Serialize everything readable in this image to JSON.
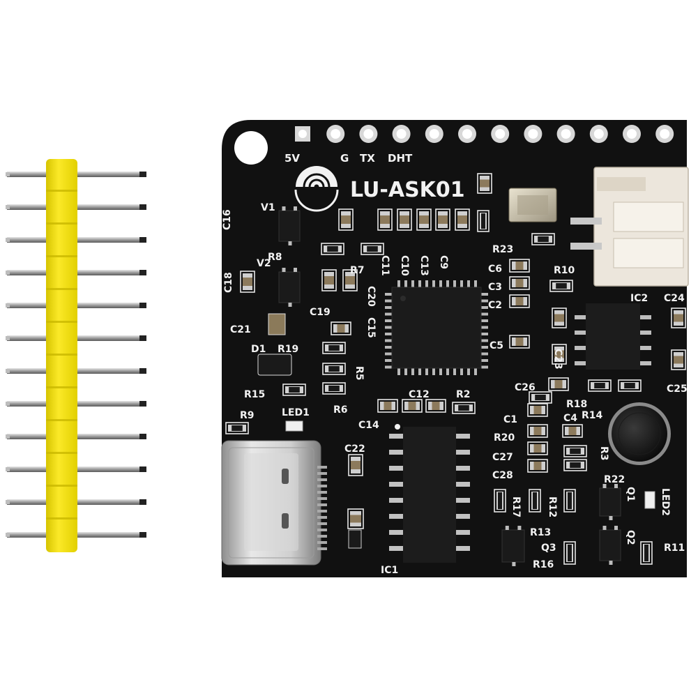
{
  "board": {
    "model": "LU-ASK01",
    "header_labels": [
      "5V",
      "G",
      "TX",
      "DHT"
    ],
    "pad_count": 12,
    "component_labels": [
      "V1",
      "C16",
      "R8",
      "V2",
      "C18",
      "C19",
      "C21",
      "D1",
      "R19",
      "R15",
      "R9",
      "LED1",
      "R7",
      "C20",
      "C11",
      "C10",
      "C13",
      "C9",
      "R23",
      "C6",
      "C3",
      "C2",
      "C5",
      "R10",
      "C15",
      "R5",
      "R6",
      "C12",
      "R2",
      "C14",
      "C22",
      "IC1",
      "C26",
      "R18",
      "C1",
      "C4",
      "R14",
      "R20",
      "C27",
      "C28",
      "R3",
      "R22",
      "R17",
      "R12",
      "R13",
      "Q3",
      "R16",
      "Q1",
      "Q2",
      "LED2",
      "R11",
      "IC2",
      "C24",
      "C23",
      "C25"
    ]
  },
  "colors": {
    "pcb": "#111111",
    "silkscreen": "#f2f2f2",
    "header_plastic": "#f2e21c",
    "connector": "#ece6dc",
    "usb_metal": "#c9c9c9"
  },
  "pin_header": {
    "pin_count": 12
  }
}
